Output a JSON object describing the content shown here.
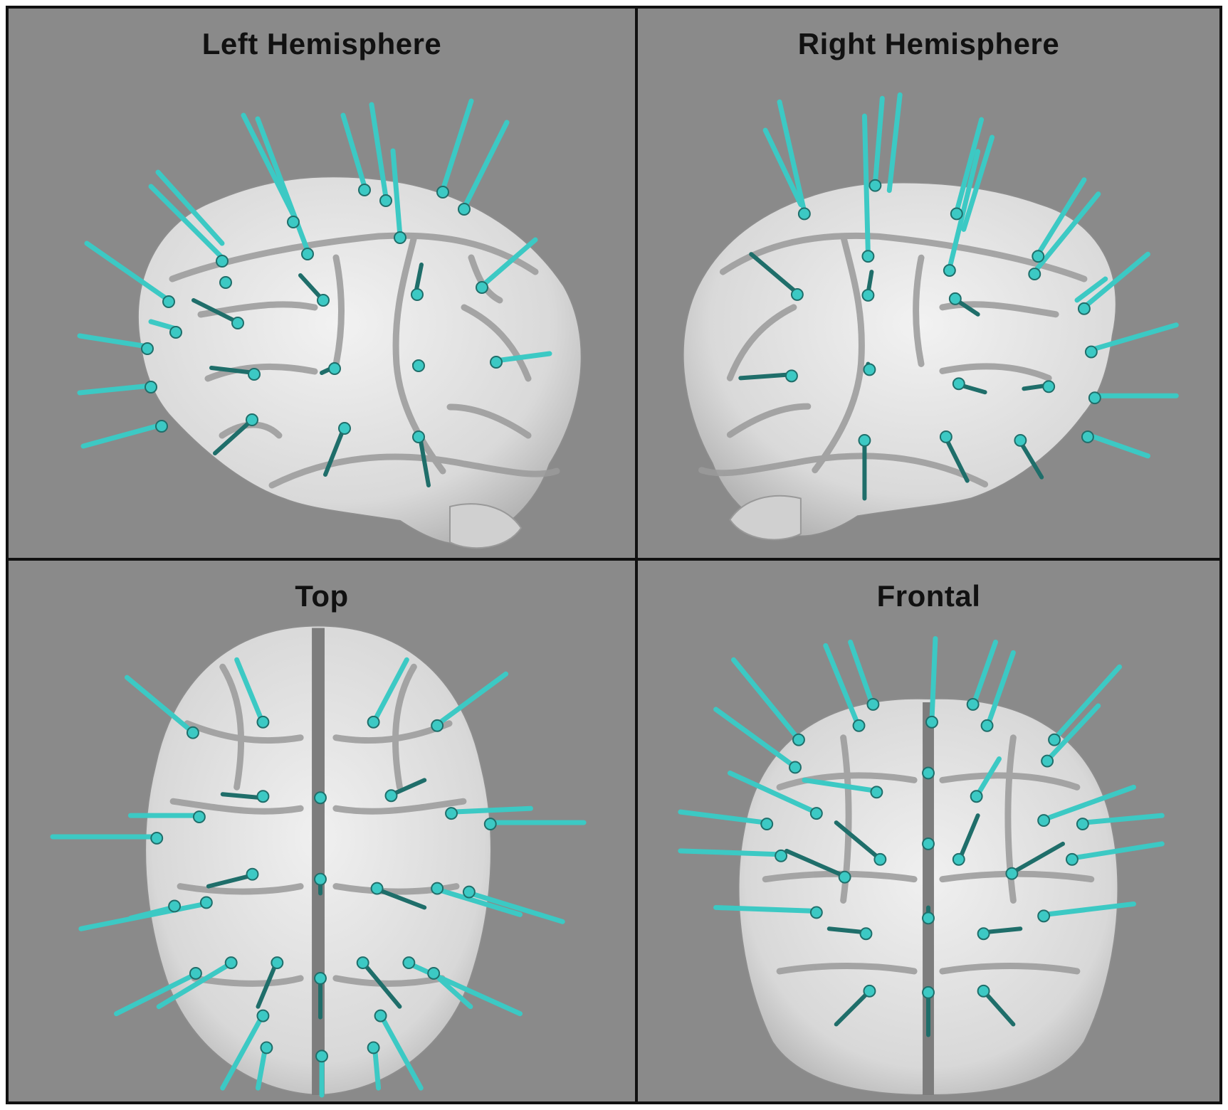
{
  "panels": [
    {
      "id": "left",
      "title": "Left Hemisphere"
    },
    {
      "id": "right",
      "title": "Right Hemisphere"
    },
    {
      "id": "top",
      "title": "Top"
    },
    {
      "id": "frontal",
      "title": "Frontal"
    }
  ],
  "colors": {
    "background": "#8a8a8a",
    "border": "#111111",
    "brain_surface": "#e6e6e6",
    "sulci": "#9a9a9a",
    "electrode": "#3cc9c4",
    "electrode_dark": "#1f6e6a"
  }
}
